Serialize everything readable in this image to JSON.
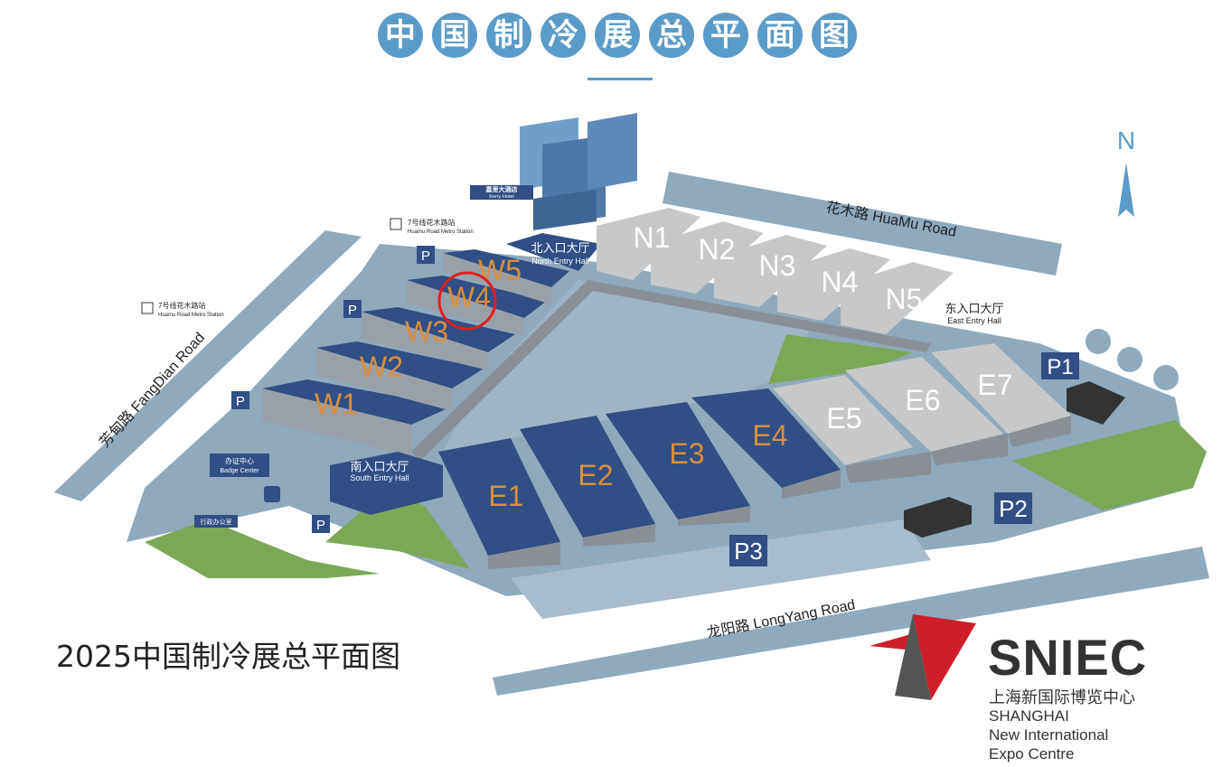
{
  "title_chars": [
    "中",
    "国",
    "制",
    "冷",
    "展",
    "总",
    "平",
    "面",
    "图"
  ],
  "bottom_title": "2025中国制冷展总平面图",
  "north": "N",
  "roads": {
    "huamu": "花木路 HuaMu Road",
    "fangdian": "芳甸路 FangDian Road",
    "longyang": "龙阳路 LongYang Road"
  },
  "halls": {
    "w": [
      "W1",
      "W2",
      "W3",
      "W4",
      "W5"
    ],
    "n": [
      "N1",
      "N2",
      "N3",
      "N4",
      "N5"
    ],
    "e": [
      "E1",
      "E2",
      "E3",
      "E4",
      "E5",
      "E6",
      "E7"
    ]
  },
  "highlighted_hall": "W4",
  "entries": {
    "north_cn": "北入口大厅",
    "north_en": "North Entry Hall",
    "south_cn": "南入口大厅",
    "south_en": "South Entry Hall",
    "east_cn": "东入口大厅",
    "east_en": "East Entry Hall"
  },
  "parking": [
    "P1",
    "P2",
    "P3"
  ],
  "parking_small": "P",
  "metro": {
    "cn": "7号线花木路站",
    "en": "Huamu Road Metro Station"
  },
  "hotel": {
    "cn": "嘉里大酒店",
    "en": "Kerry Hotel"
  },
  "badge": {
    "cn": "办证中心",
    "en": "Badge Center"
  },
  "office": "行政办公室",
  "logo": {
    "name": "SNIEC",
    "cn": "上海新国际博览中心",
    "en_lines": [
      "SHANGHAI",
      "New International",
      "Expo Centre"
    ]
  },
  "colors": {
    "accent": "#5b9bc7",
    "hall_blue": "#2f4f85",
    "hall_grey": "#c8c8c8",
    "hall_label": "#d98f3c",
    "road": "#8fa9bd",
    "grass": "#7aa857",
    "highlight": "#e0201c"
  }
}
